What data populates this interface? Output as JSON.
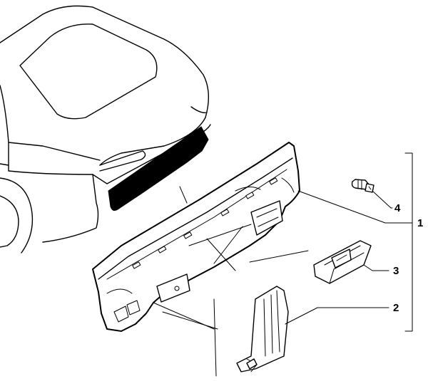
{
  "callouts": [
    {
      "id": "1",
      "label": "1"
    },
    {
      "id": "2",
      "label": "2"
    },
    {
      "id": "3",
      "label": "3"
    },
    {
      "id": "4",
      "label": "4"
    }
  ],
  "colors": {
    "line": "#000000",
    "background": "#ffffff",
    "seal": "#000000"
  }
}
